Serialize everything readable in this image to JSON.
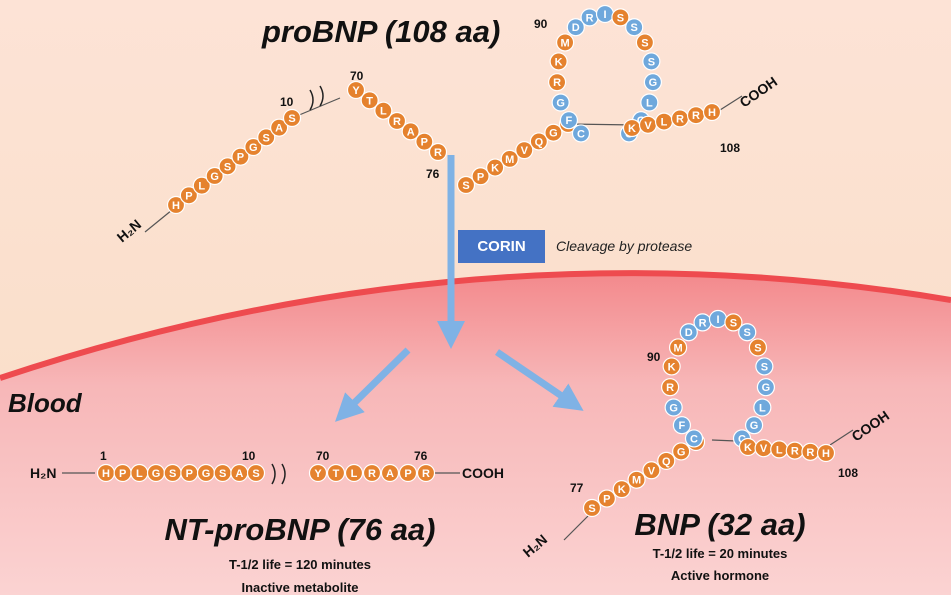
{
  "titles": {
    "probnp": "proBNP (108 aa)",
    "ntprobnp": "NT-proBNP (76 aa)",
    "bnp": "BNP (32 aa)"
  },
  "enzyme": {
    "name": "CORIN",
    "note": "Cleavage by protease"
  },
  "region_label": "Blood",
  "termini": {
    "n": "H₂N",
    "c": "COOH"
  },
  "ntprobnp": {
    "half_life": "T-1/2 life = 120 minutes",
    "role": "Inactive metabolite",
    "seg1": "HPLGSPGSAS",
    "seg2": "YTLRAPR",
    "markers": [
      "1",
      "10",
      "70",
      "76"
    ]
  },
  "bnp": {
    "half_life": "T-1/2 life = 20 minutes",
    "role": "Active hormone",
    "tail_in": "SPKMVQGS",
    "loop": "CFGRKMDRISSSSGLGC",
    "tail_out": "KVLRRH",
    "markers": [
      "77",
      "90",
      "108"
    ]
  },
  "probnp": {
    "seg1": "HPLGSPGSAS",
    "seg2": "YTLRAPR",
    "markers": [
      "10",
      "70",
      "76",
      "90",
      "108"
    ]
  },
  "colors": {
    "orange_residue": "#e5822e",
    "blue_residue": "#6fa8dc",
    "corin_box": "#4472c4",
    "arrow": "#7fb2e5",
    "blood_fill": "#f5a6a8",
    "blood_edge": "#ee4b4f",
    "top_bg": "#fbe6d8"
  }
}
